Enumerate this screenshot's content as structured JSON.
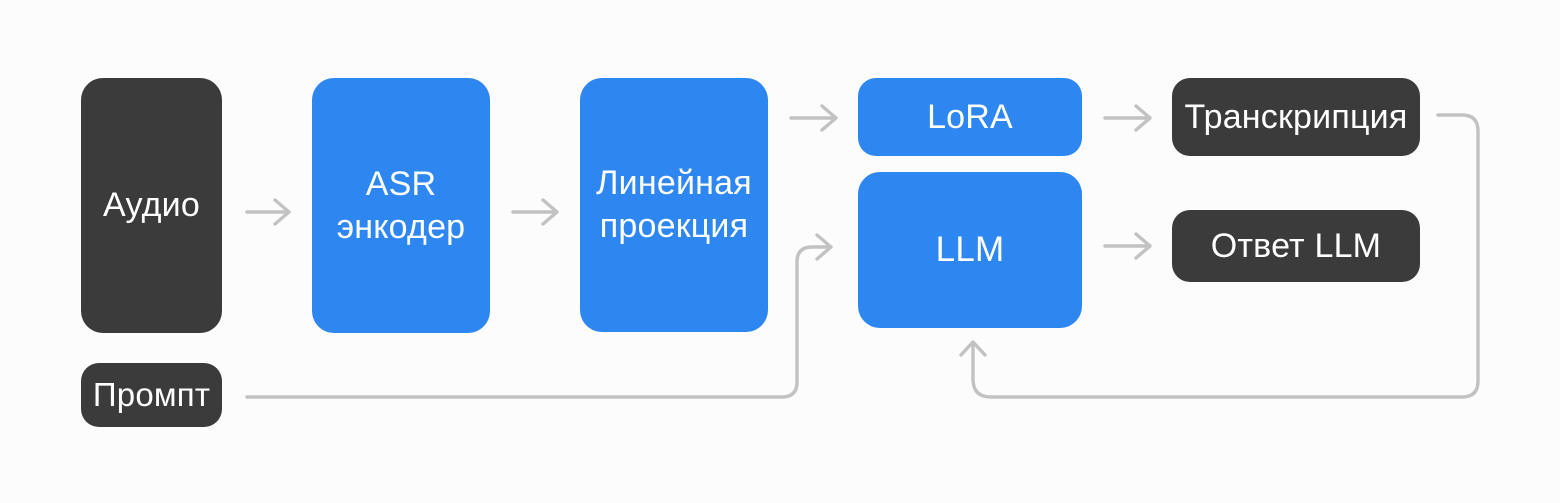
{
  "diagram": {
    "type": "flowchart",
    "colors": {
      "accent_blue": "#2E87F0",
      "dark_box": "#3B3B3B",
      "arrow_gray": "#C2C2C2",
      "background": "#FCFCFC",
      "label_text": "#FFFFFF"
    },
    "nodes": {
      "audio": {
        "label": "Аудио",
        "style": "dark"
      },
      "asr_encoder": {
        "label": "ASR энкодер",
        "style": "blue"
      },
      "linear_projection": {
        "label": "Линейная проекция",
        "style": "blue"
      },
      "lora": {
        "label": "LoRA",
        "style": "blue"
      },
      "llm": {
        "label": "LLM",
        "style": "blue"
      },
      "transcription": {
        "label": "Транскрипция",
        "style": "dark"
      },
      "llm_answer": {
        "label": "Ответ LLM",
        "style": "dark"
      },
      "prompt": {
        "label": "Промпт",
        "style": "dark"
      }
    },
    "edges": [
      {
        "from": "audio",
        "to": "asr_encoder",
        "type": "arrow"
      },
      {
        "from": "asr_encoder",
        "to": "linear_projection",
        "type": "arrow"
      },
      {
        "from": "linear_projection",
        "to": "lora",
        "type": "arrow"
      },
      {
        "from": "lora",
        "to": "transcription",
        "type": "arrow"
      },
      {
        "from": "llm",
        "to": "llm_answer",
        "type": "arrow"
      },
      {
        "from": "prompt",
        "to": "llm",
        "type": "elbow-arrow"
      },
      {
        "from": "transcription",
        "to": "llm",
        "type": "feedback-elbow-arrow"
      }
    ]
  }
}
